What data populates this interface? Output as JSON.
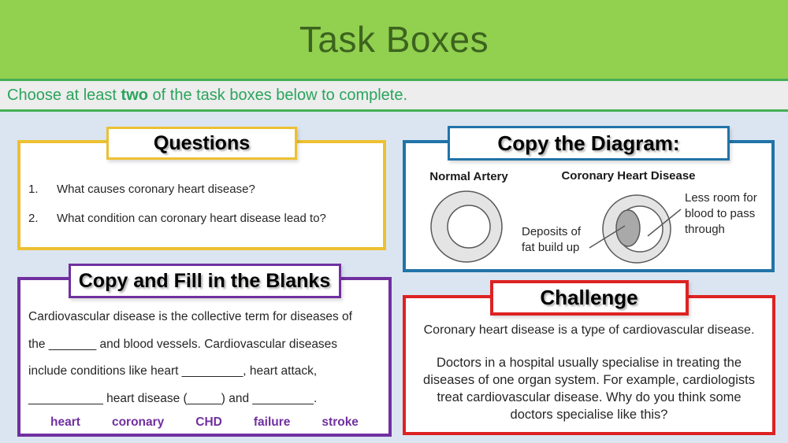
{
  "header": {
    "title": "Task Boxes"
  },
  "instruction": {
    "prefix": "Choose at least ",
    "emphasis": "two",
    "suffix": " of the task boxes below to complete."
  },
  "questions_box": {
    "title": "Questions",
    "items": [
      {
        "number": "1.",
        "text": "What causes coronary heart disease?"
      },
      {
        "number": "2.",
        "text": "What condition can coronary heart disease lead to?"
      }
    ]
  },
  "diagram_box": {
    "title": "Copy the Diagram:",
    "normal_label": "Normal Artery",
    "chd_label": "Coronary Heart Disease",
    "deposits_annotation": "Deposits of fat build up",
    "less_room_annotation": "Less room for blood to pass through"
  },
  "fill_blanks_box": {
    "title": "Copy and Fill in the Blanks",
    "lines": [
      "Cardiovascular disease is the collective term for diseases of",
      "the _______ and blood vessels. Cardiovascular diseases",
      "include conditions like heart _________, heart attack,",
      "___________ heart disease (_____) and _________."
    ],
    "word_bank": [
      "heart",
      "coronary",
      "CHD",
      "failure",
      "stroke"
    ]
  },
  "challenge_box": {
    "title": "Challenge",
    "paragraph1": "Coronary heart disease is a type of cardiovascular disease.",
    "paragraph2": "Doctors in a hospital usually specialise in treating the diseases of one organ system. For example, cardiologists treat cardiovascular disease. Why do you think some doctors specialise like this?"
  },
  "colors": {
    "header_green": "#92d050",
    "header_title_green": "#3c641e",
    "divider_green": "#44af56",
    "instruction_text_green": "#2aa45c",
    "instruction_background": "#ededed",
    "page_background_blue": "#dbe5f1",
    "questions_border_yellow": "#edc032",
    "diagram_border_blue": "#2173a8",
    "fill_blanks_border_purple": "#7030a0",
    "challenge_border_red": "#dd2222",
    "word_bank_purple": "#7030a0",
    "artery_ring_fill": "#e4e4e4",
    "artery_outline": "#595959",
    "fat_deposit_fill": "#a9a9a9",
    "body_text": "#262626"
  }
}
